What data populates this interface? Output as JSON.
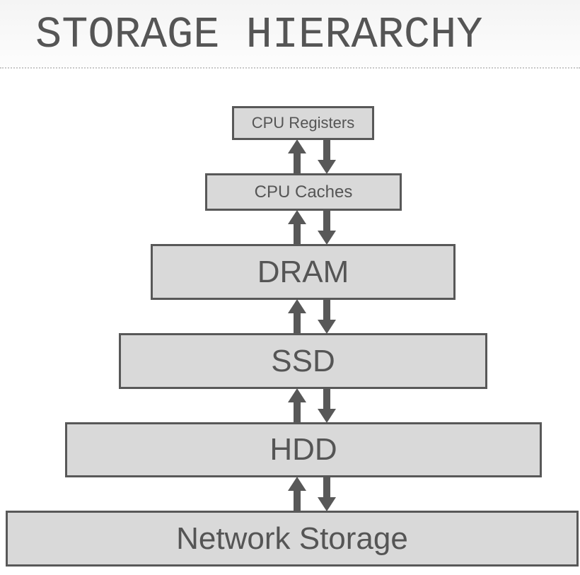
{
  "title": "STORAGE HIERARCHY",
  "levels": [
    {
      "label": "CPU Registers"
    },
    {
      "label": "CPU Caches"
    },
    {
      "label": "DRAM"
    },
    {
      "label": "SSD"
    },
    {
      "label": "HDD"
    },
    {
      "label": "Network Storage"
    }
  ],
  "colors": {
    "box_fill": "#d9d9d9",
    "stroke": "#585858",
    "text": "#555555"
  }
}
